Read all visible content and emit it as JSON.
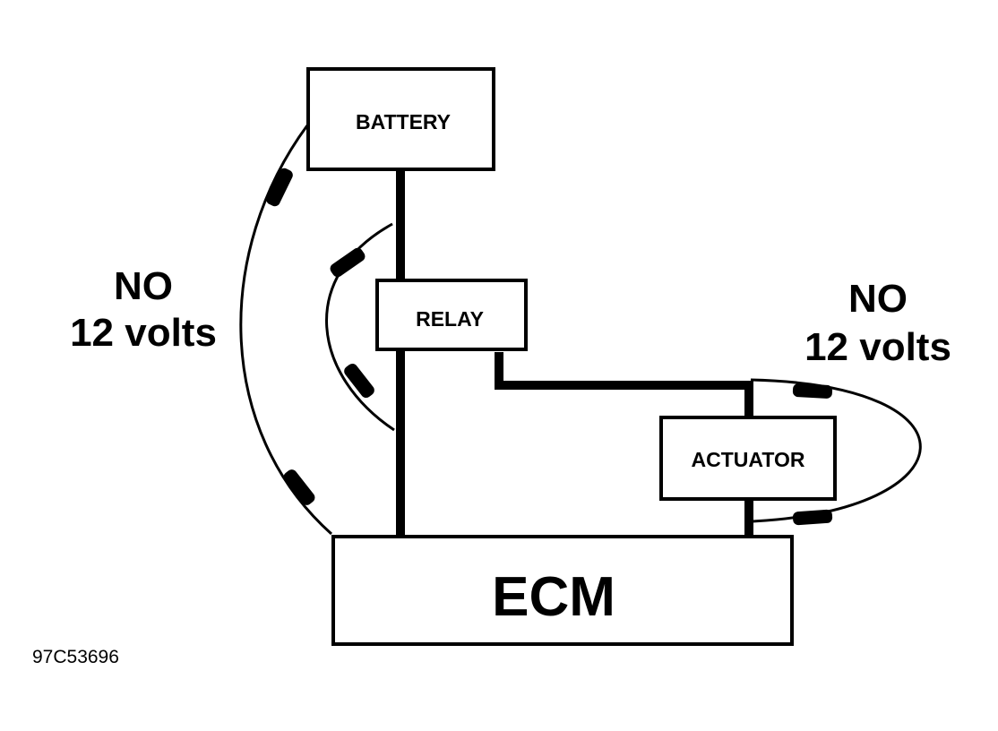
{
  "components": {
    "battery": "BATTERY",
    "relay": "RELAY",
    "actuator": "ACTUATOR",
    "ecm": "ECM"
  },
  "notes": {
    "left": {
      "line1": "NO",
      "line2": "12 volts"
    },
    "right": {
      "line1": "NO",
      "line2": "12 volts"
    }
  },
  "figure_code": "97C53696",
  "colors": {
    "ink": "#000000",
    "background": "#ffffff"
  }
}
